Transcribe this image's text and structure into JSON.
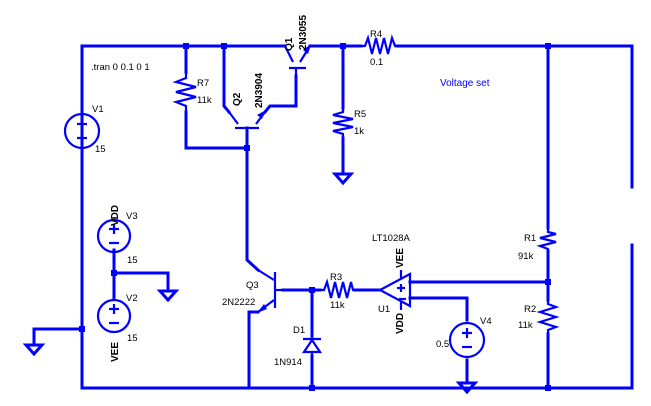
{
  "directive": ".tran 0 0.1 0 1",
  "note": "Voltage set",
  "colors": {
    "wire": "#0000ff",
    "text": "#000000",
    "background": "#ffffff"
  },
  "components": {
    "V1": {
      "name": "V1",
      "value": "15"
    },
    "V2": {
      "name": "V2",
      "value": "15",
      "net": "VEE"
    },
    "V3": {
      "name": "V3",
      "value": "15",
      "net": "VDD"
    },
    "V4": {
      "name": "V4",
      "value": "0.5"
    },
    "R1": {
      "name": "R1",
      "value": "91k"
    },
    "R2": {
      "name": "R2",
      "value": "11k"
    },
    "R3": {
      "name": "R3",
      "value": "11k"
    },
    "R4": {
      "name": "R4",
      "value": "0.1"
    },
    "R5": {
      "name": "R5",
      "value": "1k"
    },
    "R7": {
      "name": "R7",
      "value": "11k"
    },
    "Q1": {
      "name": "Q1",
      "model": "2N3055"
    },
    "Q2": {
      "name": "Q2",
      "model": "2N3904"
    },
    "Q3": {
      "name": "Q3",
      "model": "2N2222"
    },
    "D1": {
      "name": "D1",
      "model": "1N914"
    },
    "U1": {
      "name": "U1",
      "model": "LT1028A",
      "vdd": "VDD",
      "vee": "VEE"
    }
  }
}
